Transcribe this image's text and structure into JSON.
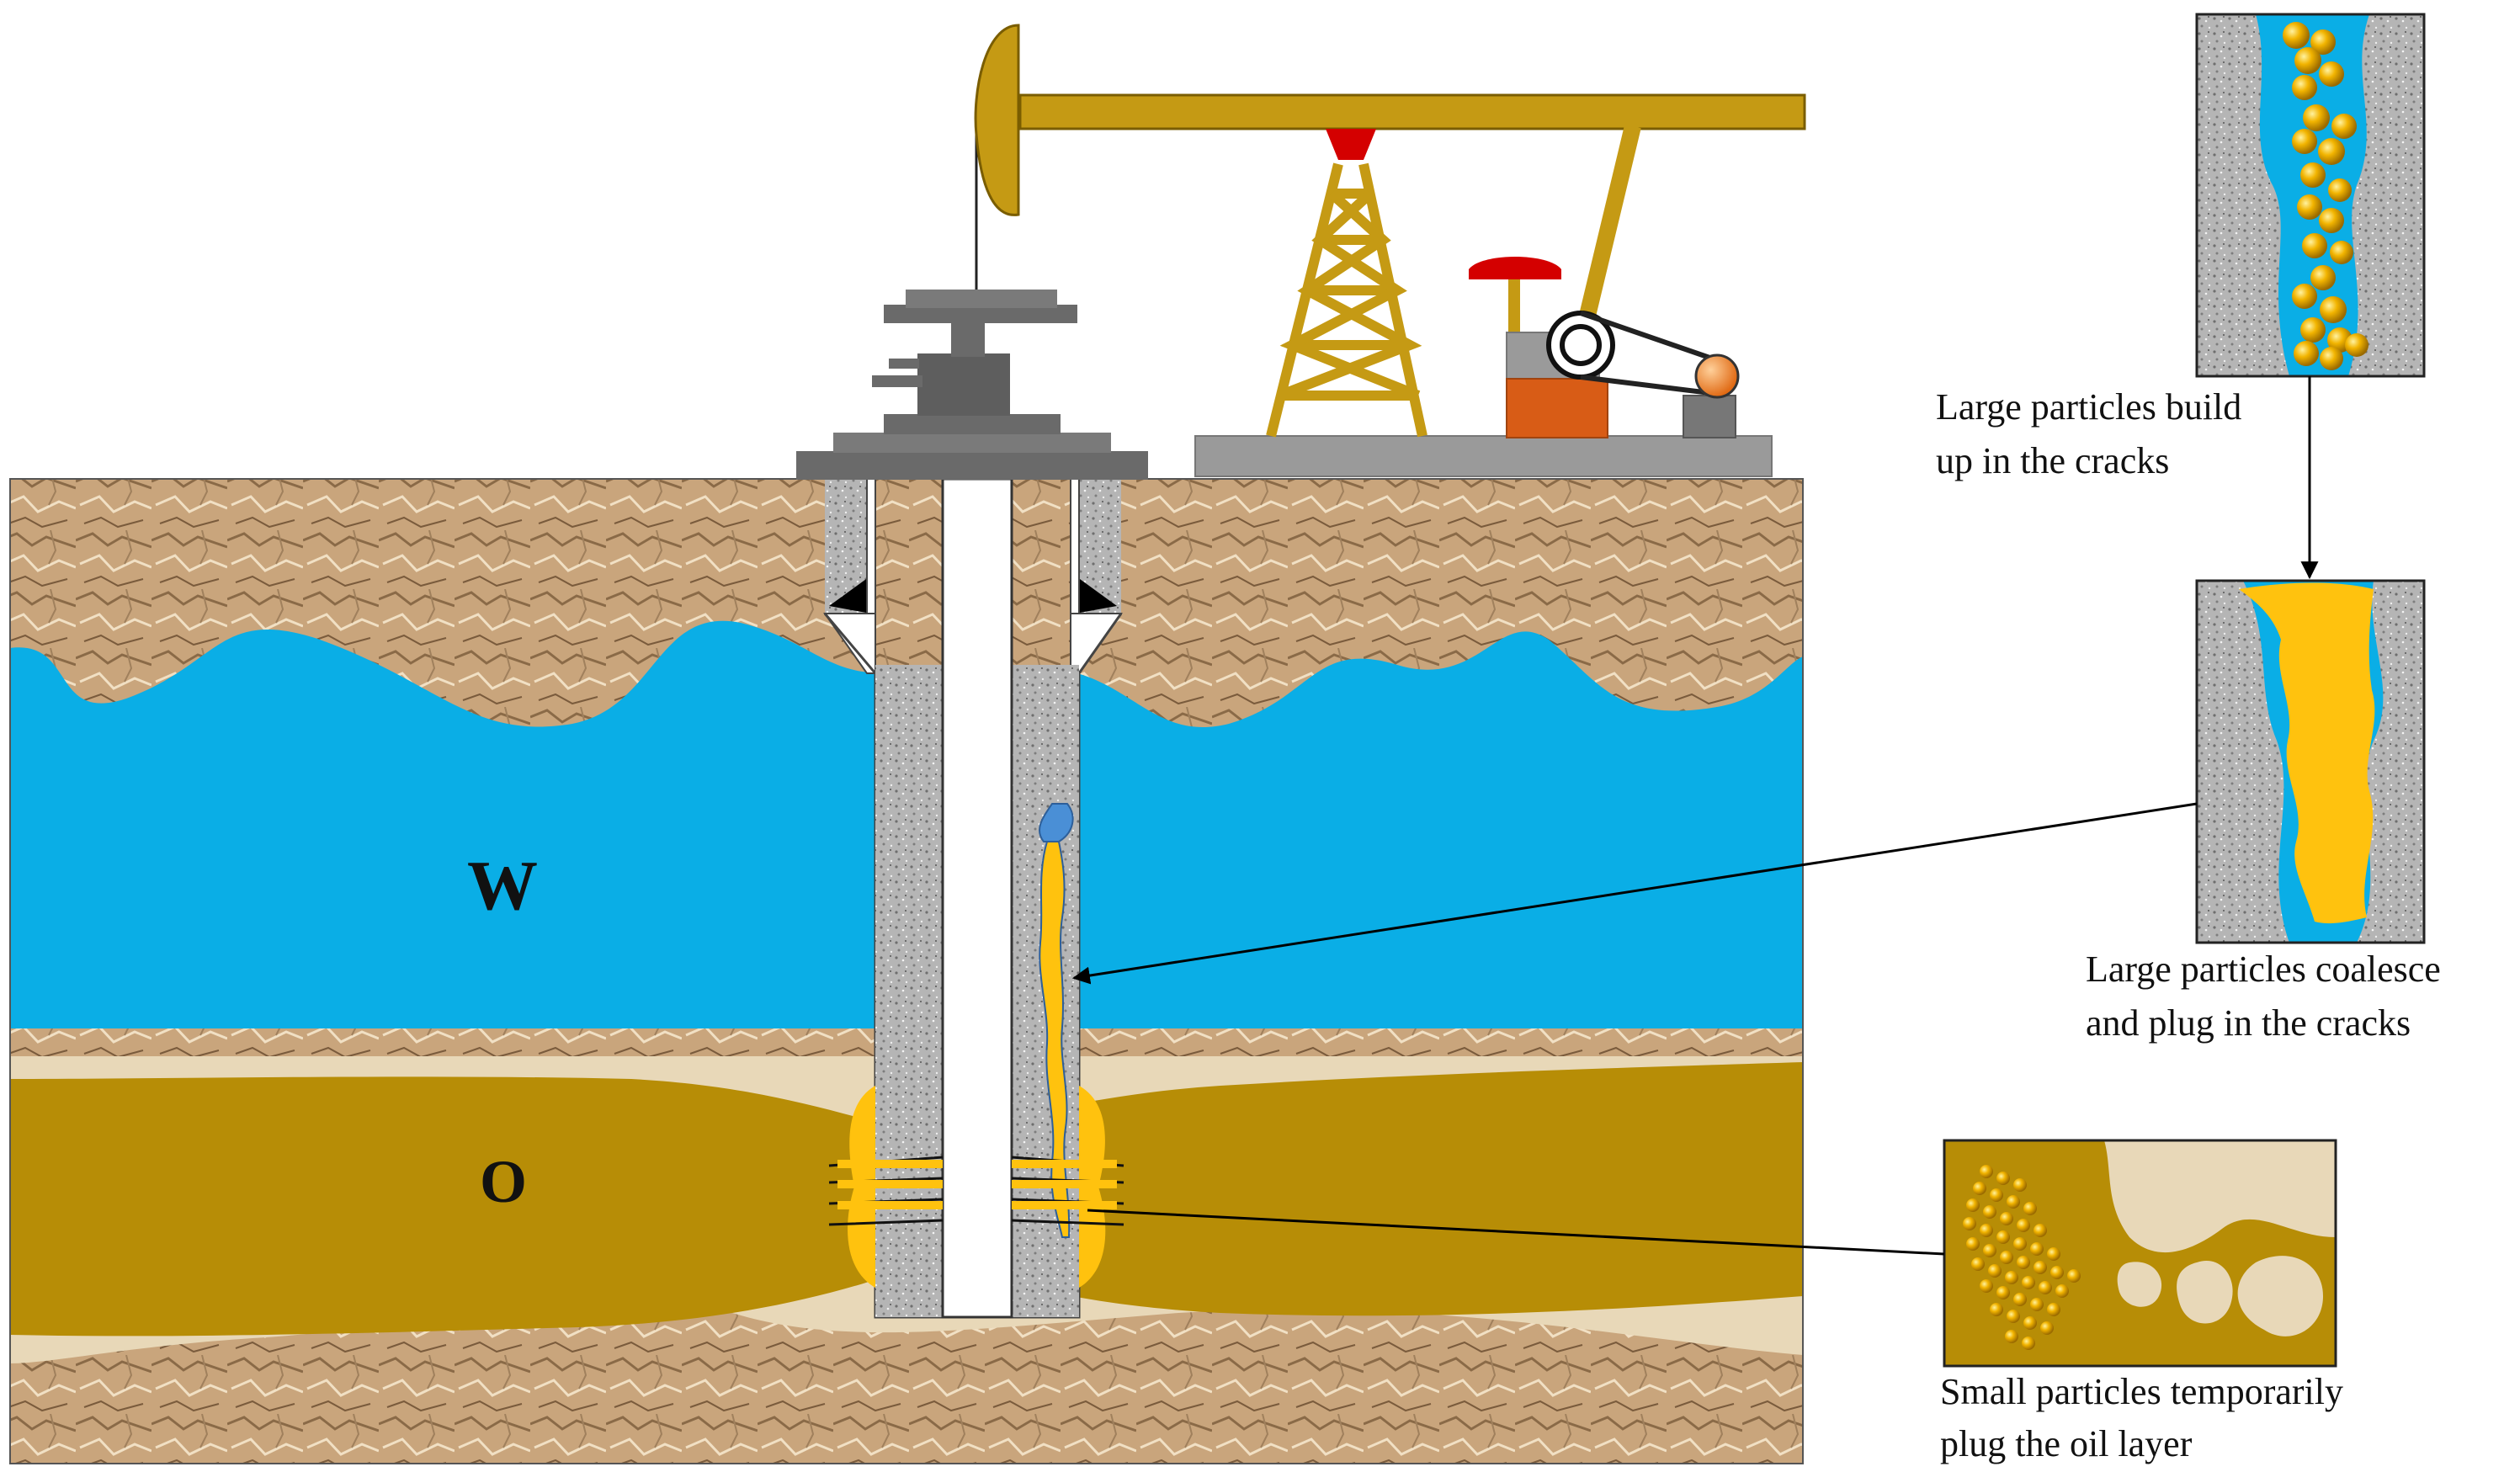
{
  "layers": {
    "water": {
      "letter": "W"
    },
    "oil": {
      "letter": "O"
    }
  },
  "insets": {
    "build_up": {
      "caption_line1": "Large particles build",
      "caption_line2": "up in the cracks"
    },
    "coalesce": {
      "caption_line1": "Large particles coalesce",
      "caption_line2": "and plug in the cracks"
    },
    "temporary": {
      "caption_line1": "Small particles temporarily",
      "caption_line2": "plug the oil layer"
    }
  },
  "colors": {
    "soil": "#c9a57c",
    "soil_dark": "#8a6a47",
    "water": "#0aaee6",
    "oil": "#b78d06",
    "sand": "#e8d8b8",
    "cement": "#b3b3b3",
    "particle": "#f2b400",
    "plug": "#ffc20e",
    "pump_beam": "#c59a14",
    "wellhead": "#666666"
  }
}
